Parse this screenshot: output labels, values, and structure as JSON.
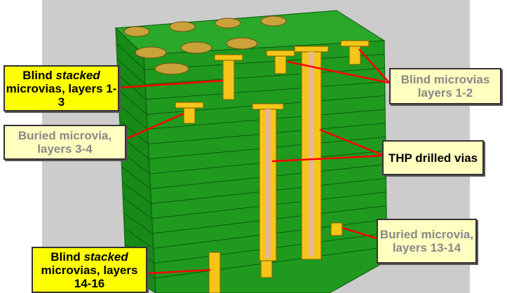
{
  "labels": {
    "blind_stacked_top": {
      "pre": "Blind ",
      "em": "stacked",
      "post": " microvias, layers 1-3"
    },
    "buried_3_4": "Buried microvia, layers 3-4",
    "blind_1_2": "Blind microvias layers 1-2",
    "thp": "THP drilled vias",
    "buried_13_14": "Buried microvia, layers 13-14",
    "blind_stacked_bottom": {
      "pre": "Blind ",
      "em": "stacked",
      "post": " microvias, layers 14-16"
    }
  },
  "colors": {
    "board": "#1f9a1f",
    "via": "#f5c518",
    "arrow": "#ff0000",
    "highlight_label": "#ffff00",
    "plain_label": "#ffffc0"
  }
}
